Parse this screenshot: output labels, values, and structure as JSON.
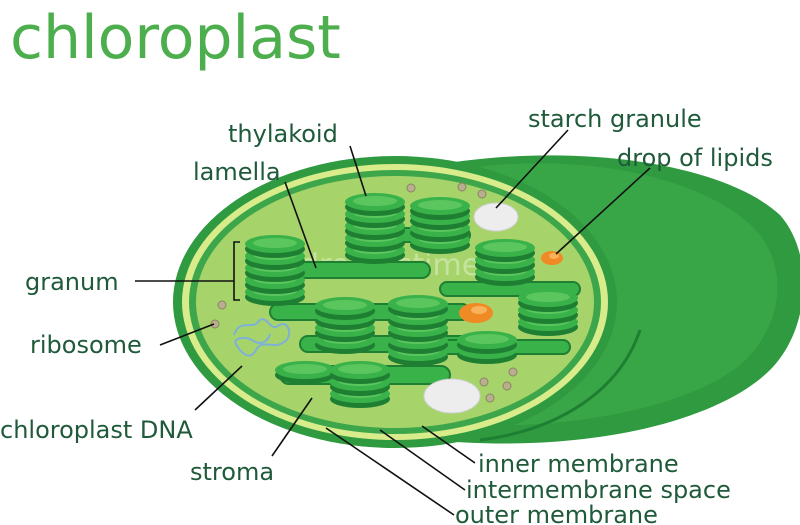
{
  "title": "chloroplast",
  "labels": {
    "thylakoid": "thylakoid",
    "lamella": "lamella",
    "starch_granule": "starch  granule",
    "drop_of_lipids": "drop of lipids",
    "granum": "granum",
    "ribosome": "ribosome",
    "chloroplast_dna": "chloroplast  DNA",
    "stroma": "stroma",
    "inner_membrane": "inner  membrane",
    "intermembrane_space": "intermembrane  space",
    "outer_membrane": "outer  membrane"
  },
  "colors": {
    "outer_body": "#2f9a3f",
    "stroma": "#a6d46b",
    "thylakoid": "#3ab24a",
    "thylakoid_dark": "#1e7f33",
    "starch": "#ededed",
    "lipid": "#f08a24",
    "ribosome": "#b9ae8e",
    "dna": "#7fb0d8",
    "title": "#4cae4c",
    "label": "#1f5a3a"
  },
  "watermark": "dreamstime"
}
